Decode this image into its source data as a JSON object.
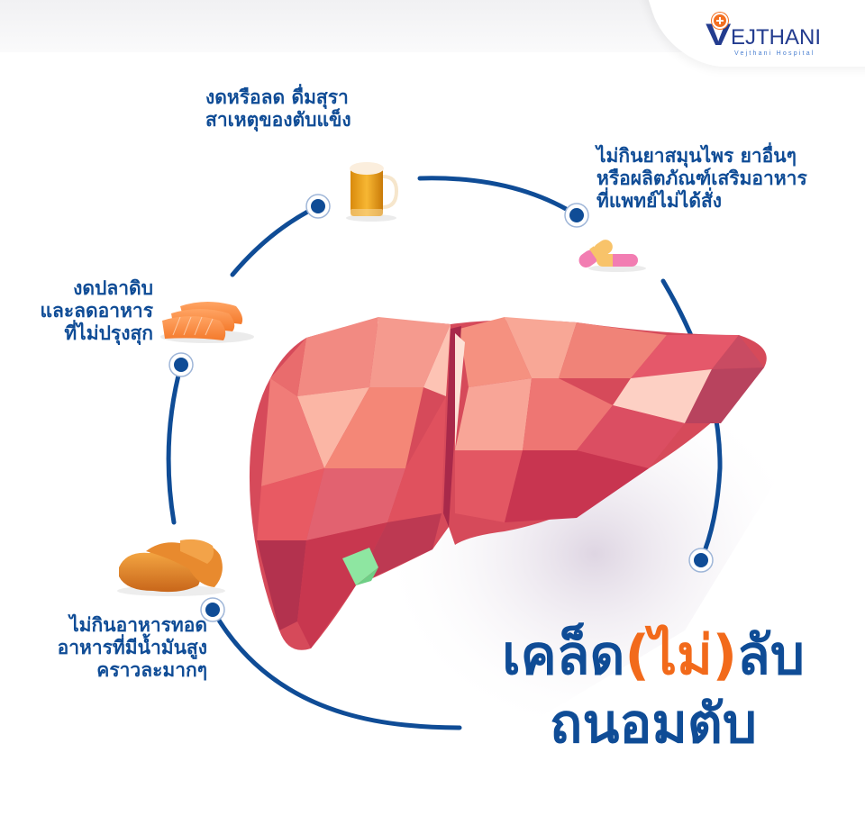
{
  "brand": {
    "logo_text": "EJTHANI",
    "logo_letter": "V",
    "logo_subtitle": "Vejthani Hospital",
    "primary_color": "#0f4c96",
    "accent_color": "#f26a1b"
  },
  "tips": [
    {
      "id": "alcohol",
      "icon": "beer-mug-icon",
      "lines": [
        "งดหรือลด ดื่มสุรา",
        "สาเหตุของตับแข็ง"
      ]
    },
    {
      "id": "herbal",
      "icon": "capsule-pills-icon",
      "lines": [
        "ไม่กินยาสมุนไพร ยาอื่นๆ",
        "หรือผลิตภัณฑ์เสริมอาหาร",
        "ที่แพทย์ไม่ได้สั่ง"
      ]
    },
    {
      "id": "raw-fish",
      "icon": "salmon-slices-icon",
      "lines": [
        "งดปลาดิบ",
        "และลดอาหาร",
        "ที่ไม่ปรุงสุก"
      ]
    },
    {
      "id": "fried-food",
      "icon": "fried-chicken-icon",
      "lines": [
        "ไม่กินอาหารทอด",
        "อาหารที่มีน้ำมันสูง",
        "คราวละมากๆ"
      ]
    }
  ],
  "title": {
    "line1_before": "เคล็ด",
    "line1_accent": "(ไม่)",
    "line1_after": "ลับ",
    "line2": "ถนอมตับ"
  },
  "center_image": "liver-icon"
}
